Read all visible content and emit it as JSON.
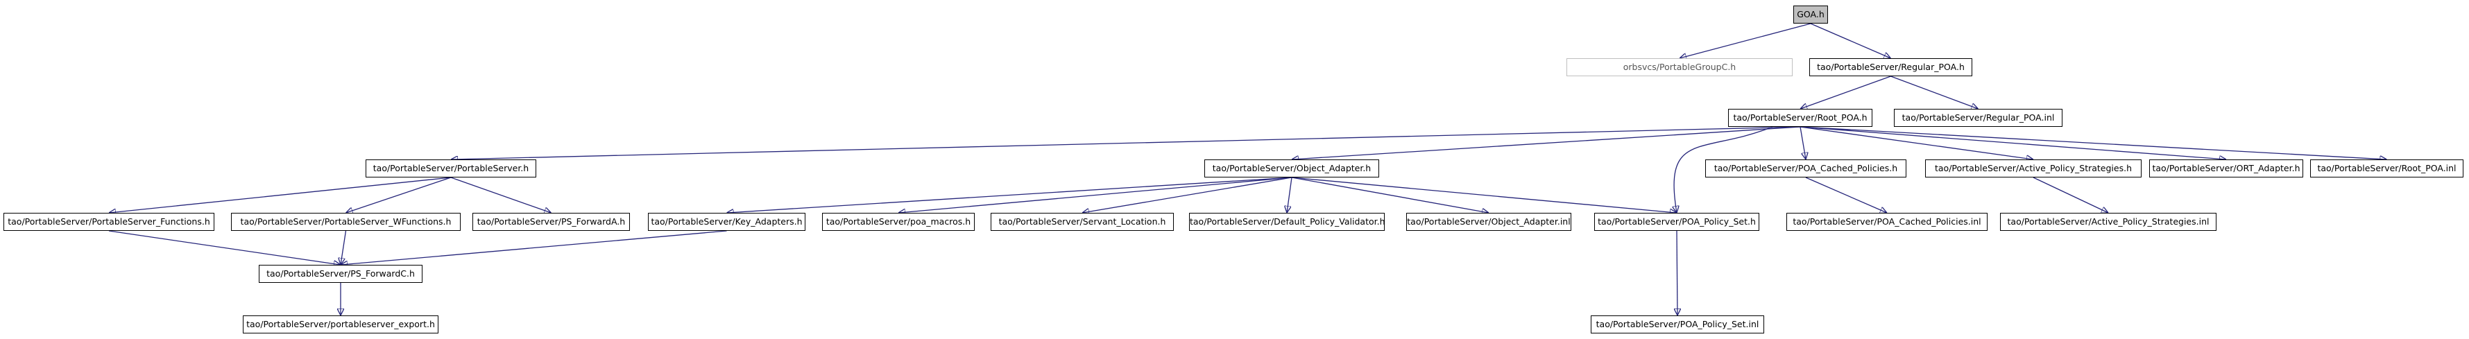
{
  "graph": {
    "nodes": [
      {
        "id": "goa",
        "label": "GOA.h",
        "kind": "root"
      },
      {
        "id": "pgc",
        "label": "orbsvcs/PortableGroupC.h",
        "kind": "missing"
      },
      {
        "id": "regpoa",
        "label": "tao/PortableServer/Regular_POA.h",
        "kind": "normal"
      },
      {
        "id": "rootpoa",
        "label": "tao/PortableServer/Root_POA.h",
        "kind": "normal"
      },
      {
        "id": "reginl",
        "label": "tao/PortableServer/Regular_POA.inl",
        "kind": "normal"
      },
      {
        "id": "ps",
        "label": "tao/PortableServer/PortableServer.h",
        "kind": "normal"
      },
      {
        "id": "oa",
        "label": "tao/PortableServer/Object_Adapter.h",
        "kind": "normal"
      },
      {
        "id": "pcp",
        "label": "tao/PortableServer/POA_Cached_Policies.h",
        "kind": "normal"
      },
      {
        "id": "aps",
        "label": "tao/PortableServer/Active_Policy_Strategies.h",
        "kind": "normal"
      },
      {
        "id": "ort",
        "label": "tao/PortableServer/ORT_Adapter.h",
        "kind": "normal"
      },
      {
        "id": "rootinl",
        "label": "tao/PortableServer/Root_POA.inl",
        "kind": "normal"
      },
      {
        "id": "psf",
        "label": "tao/PortableServer/PortableServer_Functions.h",
        "kind": "normal"
      },
      {
        "id": "pswf",
        "label": "tao/PortableServer/PortableServer_WFunctions.h",
        "kind": "normal"
      },
      {
        "id": "psfa",
        "label": "tao/PortableServer/PS_ForwardA.h",
        "kind": "normal"
      },
      {
        "id": "ka",
        "label": "tao/PortableServer/Key_Adapters.h",
        "kind": "normal"
      },
      {
        "id": "pm",
        "label": "tao/PortableServer/poa_macros.h",
        "kind": "normal"
      },
      {
        "id": "sl",
        "label": "tao/PortableServer/Servant_Location.h",
        "kind": "normal"
      },
      {
        "id": "dpv",
        "label": "tao/PortableServer/Default_Policy_Validator.h",
        "kind": "normal"
      },
      {
        "id": "oainl",
        "label": "tao/PortableServer/Object_Adapter.inl",
        "kind": "normal"
      },
      {
        "id": "pps",
        "label": "tao/PortableServer/POA_Policy_Set.h",
        "kind": "normal"
      },
      {
        "id": "pcpinl",
        "label": "tao/PortableServer/POA_Cached_Policies.inl",
        "kind": "normal"
      },
      {
        "id": "apsinl",
        "label": "tao/PortableServer/Active_Policy_Strategies.inl",
        "kind": "normal"
      },
      {
        "id": "psfc",
        "label": "tao/PortableServer/PS_ForwardC.h",
        "kind": "normal"
      },
      {
        "id": "ppsinl",
        "label": "tao/PortableServer/POA_Policy_Set.inl",
        "kind": "normal"
      },
      {
        "id": "pse",
        "label": "tao/PortableServer/portableserver_export.h",
        "kind": "normal"
      }
    ],
    "edges": [
      [
        "goa",
        "pgc"
      ],
      [
        "goa",
        "regpoa"
      ],
      [
        "regpoa",
        "rootpoa"
      ],
      [
        "regpoa",
        "reginl"
      ],
      [
        "rootpoa",
        "ps"
      ],
      [
        "rootpoa",
        "oa"
      ],
      [
        "rootpoa",
        "pps"
      ],
      [
        "rootpoa",
        "pcp"
      ],
      [
        "rootpoa",
        "aps"
      ],
      [
        "rootpoa",
        "ort"
      ],
      [
        "rootpoa",
        "rootinl"
      ],
      [
        "ps",
        "psf"
      ],
      [
        "ps",
        "pswf"
      ],
      [
        "ps",
        "psfa"
      ],
      [
        "oa",
        "ka"
      ],
      [
        "oa",
        "pm"
      ],
      [
        "oa",
        "sl"
      ],
      [
        "oa",
        "dpv"
      ],
      [
        "oa",
        "oainl"
      ],
      [
        "oa",
        "pps"
      ],
      [
        "pcp",
        "pcpinl"
      ],
      [
        "aps",
        "apsinl"
      ],
      [
        "psf",
        "psfc"
      ],
      [
        "pswf",
        "psfc"
      ],
      [
        "ka",
        "psfc"
      ],
      [
        "pps",
        "ppsinl"
      ],
      [
        "psfc",
        "pse"
      ]
    ]
  }
}
